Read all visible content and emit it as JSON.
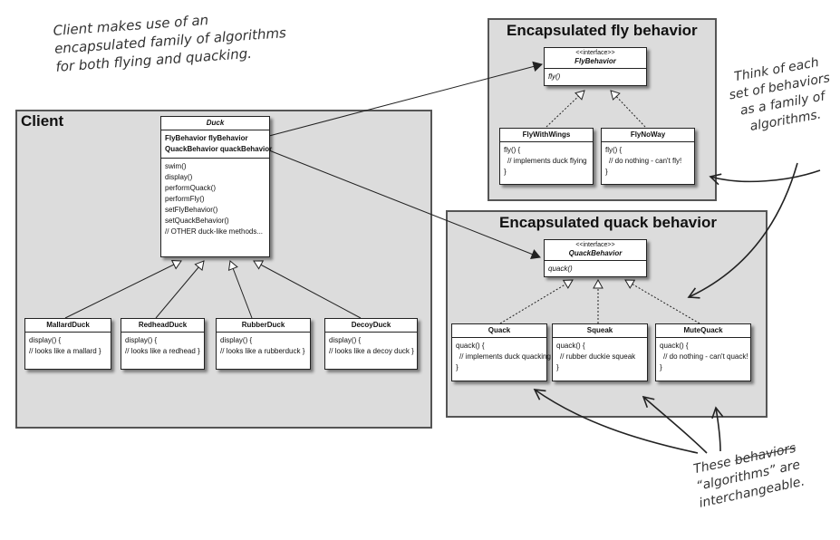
{
  "annotations": {
    "client_note": [
      "Client makes use of an",
      "encapsulated family of algorithms",
      "for both flying and quacking."
    ],
    "family_note": [
      "Think of each",
      "set of behaviors",
      "as a family of",
      "algorithms."
    ],
    "interchange_note": {
      "line1_a": "These ",
      "line1_struck": "behaviors",
      "line2": "“algorithms” are",
      "line3": "interchangeable."
    }
  },
  "panels": {
    "client": "Client",
    "fly": "Encapsulated fly behavior",
    "quack": "Encapsulated quack behavior"
  },
  "duck": {
    "name": "Duck",
    "attributes": [
      "FlyBehavior flyBehavior",
      "QuackBehavior quackBehavior"
    ],
    "methods": [
      "swim()",
      "display()",
      "performQuack()",
      "performFly()",
      "setFlyBehavior()",
      "setQuackBehavior()",
      "// OTHER duck-like methods..."
    ]
  },
  "subducks": [
    {
      "name": "MallardDuck",
      "lines": [
        "display() {",
        "// looks like a mallard }"
      ]
    },
    {
      "name": "RedheadDuck",
      "lines": [
        "display() {",
        "// looks like a redhead }"
      ]
    },
    {
      "name": "RubberDuck",
      "lines": [
        "display() {",
        "// looks like a rubberduck }"
      ]
    },
    {
      "name": "DecoyDuck",
      "lines": [
        "display() {",
        "// looks like a decoy duck }"
      ]
    }
  ],
  "fly_interface": {
    "stereotype": "<<interface>>",
    "name": "FlyBehavior",
    "method": "fly()"
  },
  "fly_impls": [
    {
      "name": "FlyWithWings",
      "lines": [
        "fly() {",
        "// implements duck flying",
        "}"
      ]
    },
    {
      "name": "FlyNoWay",
      "lines": [
        "fly() {",
        "// do nothing - can't fly!",
        "}"
      ]
    }
  ],
  "quack_interface": {
    "stereotype": "<<interface>>",
    "name": "QuackBehavior",
    "method": "quack()"
  },
  "quack_impls": [
    {
      "name": "Quack",
      "lines": [
        "quack() {",
        "// implements duck quacking",
        "}"
      ]
    },
    {
      "name": "Squeak",
      "lines": [
        "quack() {",
        "// rubber duckie squeak",
        "}"
      ]
    },
    {
      "name": "MuteQuack",
      "lines": [
        "quack() {",
        "// do nothing - can't quack!",
        "}"
      ]
    }
  ]
}
